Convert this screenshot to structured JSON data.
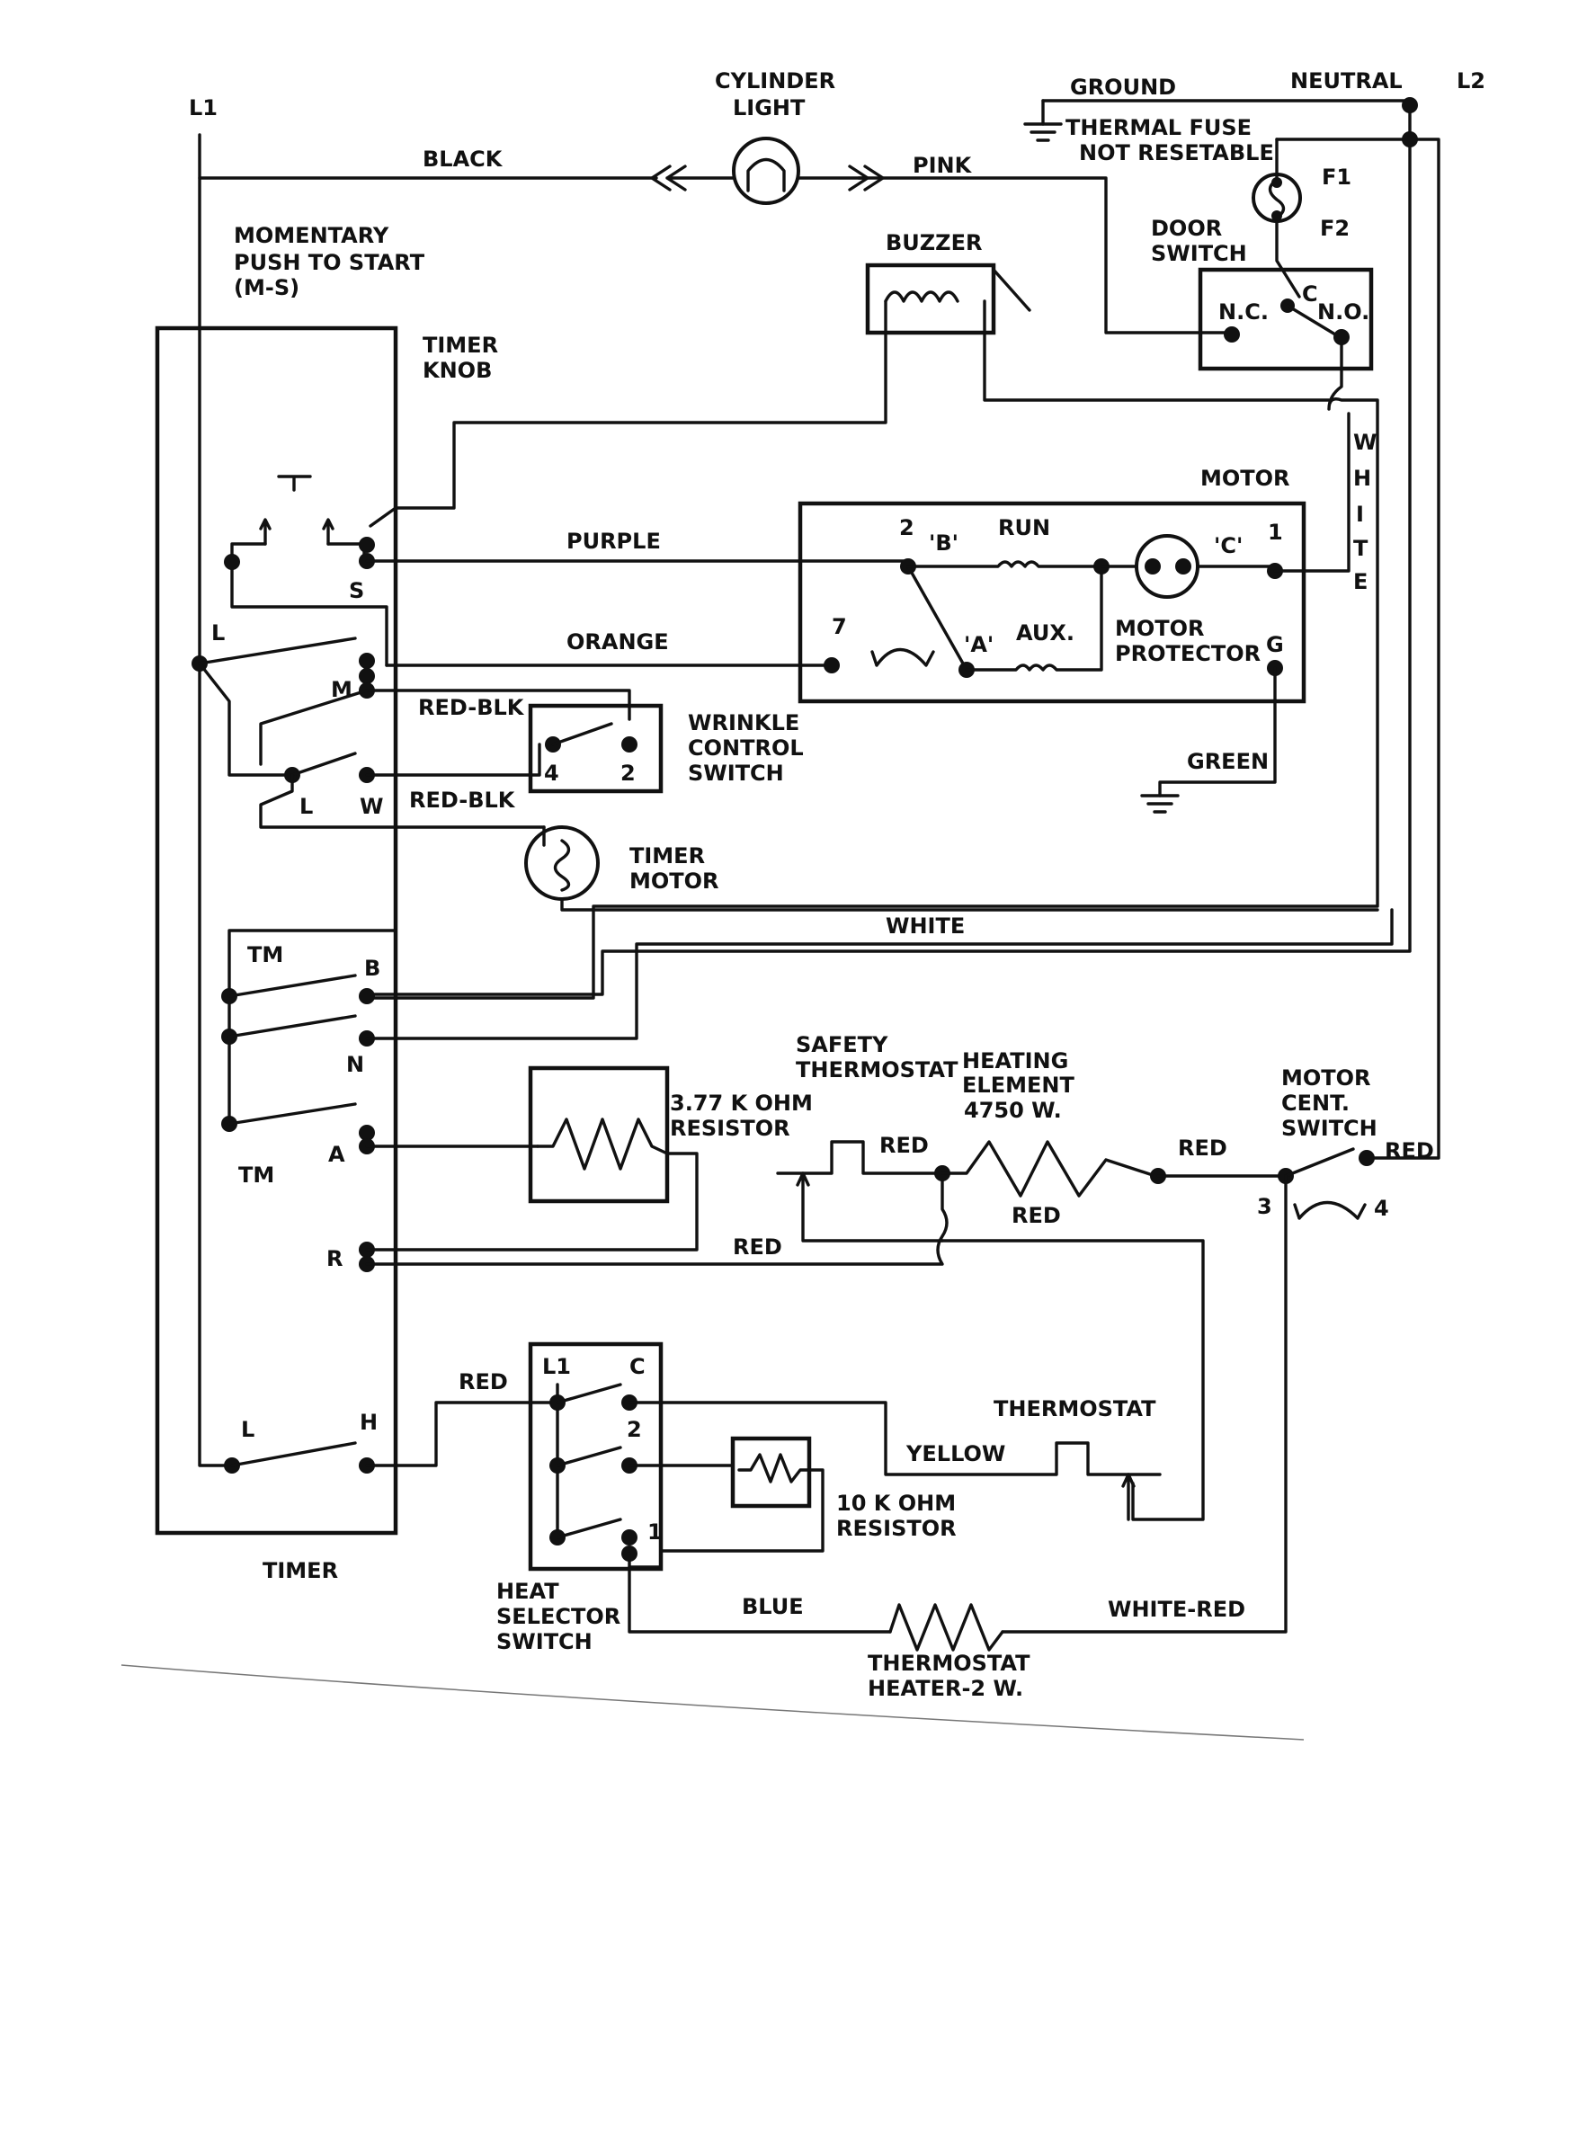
{
  "colors": {
    "ink": "#111111",
    "paper": "#ffffff"
  },
  "labels": {
    "l1": "L1",
    "l2": "L2",
    "neutral": "NEUTRAL",
    "ground": "GROUND",
    "cylinder_light_1": "CYLINDER",
    "cylinder_light_2": "LIGHT",
    "black": "BLACK",
    "pink": "PINK",
    "thermal_fuse_1": "THERMAL FUSE",
    "thermal_fuse_2": "NOT RESETABLE",
    "f1": "F1",
    "f2": "F2",
    "door_switch_1": "DOOR",
    "door_switch_2": "SWITCH",
    "nc": "N.C.",
    "c": "C",
    "no": "N.O.",
    "buzzer": "BUZZER",
    "momentary_1": "MOMENTARY",
    "momentary_2": "PUSH TO START",
    "momentary_3": "(M-S)",
    "timer_knob_1": "TIMER",
    "timer_knob_2": "KNOB",
    "motor": "MOTOR",
    "white_vertical": [
      "W",
      "H",
      "I",
      "T",
      "E"
    ],
    "purple": "PURPLE",
    "orange": "ORANGE",
    "term_2": "2",
    "term_b": "'B'",
    "run": "RUN",
    "term_c": "'C'",
    "term_1": "1",
    "term_7": "7",
    "term_a": "'A'",
    "aux": "AUX.",
    "motor_protector_1": "MOTOR",
    "motor_protector_2": "PROTECTOR",
    "term_g": "G",
    "s": "S",
    "l_top": "L",
    "m": "M",
    "red_blk_1": "RED-BLK",
    "wrinkle_1": "WRINKLE",
    "wrinkle_2": "CONTROL",
    "wrinkle_3": "SWITCH",
    "w4": "4",
    "w2": "2",
    "l_mid": "L",
    "w": "W",
    "red_blk_2": "RED-BLK",
    "green": "GREEN",
    "timer_motor_1": "TIMER",
    "timer_motor_2": "MOTOR",
    "white": "WHITE",
    "tm_top": "TM",
    "b": "B",
    "n": "N",
    "tm_bottom": "TM",
    "a": "A",
    "r": "R",
    "resistor_377_1": "3.77 K OHM",
    "resistor_377_2": "RESISTOR",
    "safety_thermostat_1": "SAFETY",
    "safety_thermostat_2": "THERMOSTAT",
    "heating_element_1": "HEATING",
    "heating_element_2": "ELEMENT",
    "heating_element_3": "4750 W.",
    "red_1": "RED",
    "red_2": "RED",
    "red_3": "RED",
    "red_4": "RED",
    "red_5": "RED",
    "motor_cent_1": "MOTOR",
    "motor_cent_2": "CENT.",
    "motor_cent_3": "SWITCH",
    "m3": "3",
    "m4": "4",
    "l_bottom": "L",
    "h": "H",
    "timer": "TIMER",
    "red_6": "RED",
    "hs_l1": "L1",
    "hs_c": "C",
    "hs_2": "2",
    "hs_1": "1",
    "thermostat": "THERMOSTAT",
    "yellow": "YELLOW",
    "resistor_10k_1": "10 K OHM",
    "resistor_10k_2": "RESISTOR",
    "heat_selector_1": "HEAT",
    "heat_selector_2": "SELECTOR",
    "heat_selector_3": "SWITCH",
    "blue": "BLUE",
    "white_red": "WHITE-RED",
    "thermostat_heater_1": "THERMOSTAT",
    "thermostat_heater_2": "HEATER-2 W."
  }
}
